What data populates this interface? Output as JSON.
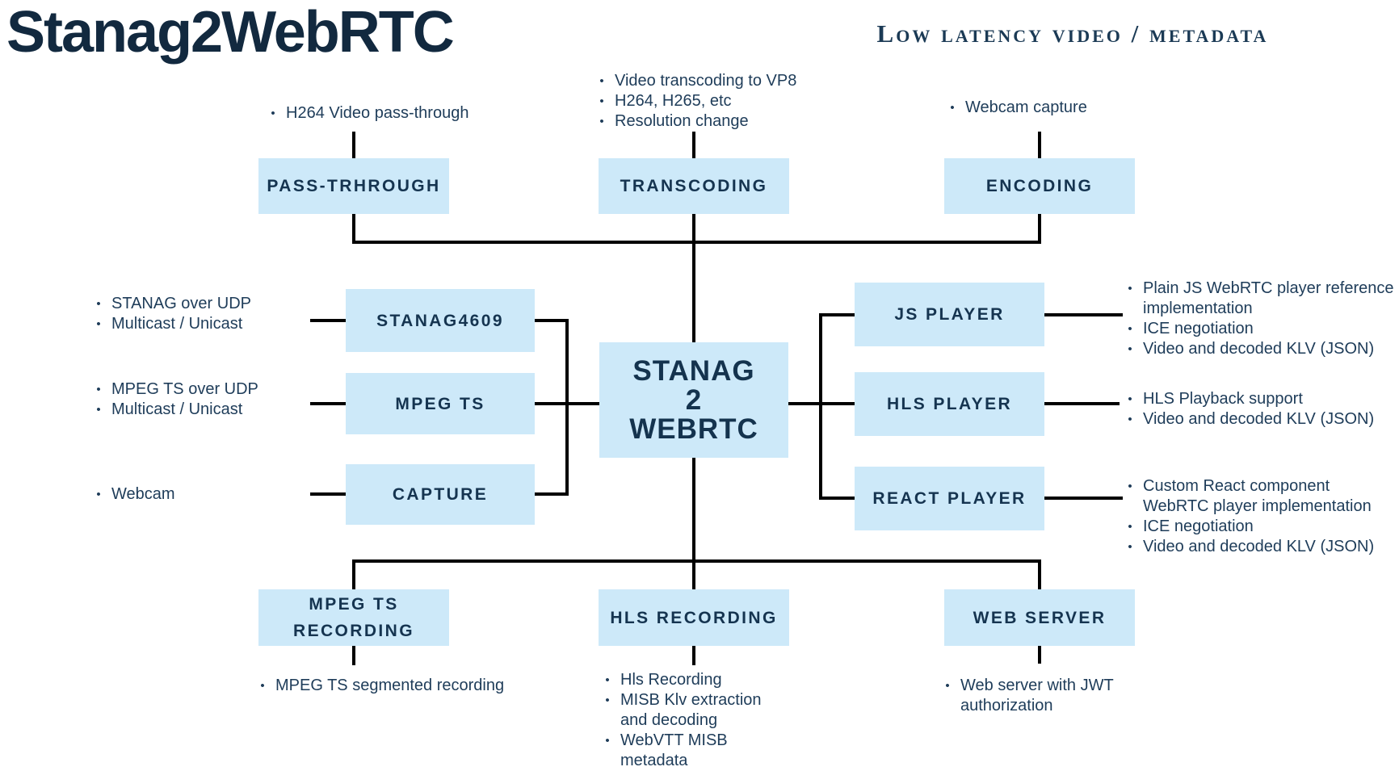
{
  "header": {
    "title": "Stanag2WebRTC",
    "subtitle": "Low latency video / metadata"
  },
  "center_node": {
    "label_lines": [
      "STANAG",
      "2",
      "WEBRTC"
    ]
  },
  "nodes": {
    "pass_through": {
      "label": "PASS-TRHROUGH",
      "bullets": [
        "H264 Video pass-through"
      ]
    },
    "transcoding": {
      "label": "TRANSCODING",
      "bullets": [
        "Video transcoding to VP8",
        "H264, H265, etc",
        "Resolution change"
      ]
    },
    "encoding": {
      "label": "ENCODING",
      "bullets": [
        "Webcam capture"
      ]
    },
    "stanag4609": {
      "label": "STANAG4609",
      "bullets": [
        "STANAG over UDP",
        "Multicast / Unicast"
      ]
    },
    "mpeg_ts": {
      "label": "MPEG TS",
      "bullets": [
        "MPEG TS over UDP",
        "Multicast / Unicast"
      ]
    },
    "capture": {
      "label": "CAPTURE",
      "bullets": [
        "Webcam"
      ]
    },
    "js_player": {
      "label": "JS PLAYER",
      "bullets": [
        "Plain JS WebRTC player reference implementation",
        "ICE negotiation",
        "Video and decoded KLV (JSON)"
      ]
    },
    "hls_player": {
      "label": "HLS PLAYER",
      "bullets": [
        "HLS Playback support",
        "Video and decoded KLV (JSON)"
      ]
    },
    "react_player": {
      "label": "REACT PLAYER",
      "bullets": [
        "Custom React component WebRTC player implementation",
        "ICE negotiation",
        "Video and decoded KLV (JSON)"
      ]
    },
    "mpeg_ts_recording": {
      "label": "MPEG TS RECORDING",
      "bullets": [
        "MPEG TS segmented recording"
      ]
    },
    "hls_recording": {
      "label": "HLS RECORDING",
      "bullets": [
        "Hls Recording",
        "MISB Klv extraction and decoding",
        "WebVTT MISB metadata"
      ]
    },
    "web_server": {
      "label": "WEB SERVER",
      "bullets": [
        "Web server with JWT authorization"
      ]
    }
  },
  "colors": {
    "box_fill": "#cde9f9",
    "navy_text": "#153450",
    "connector": "#000000",
    "background": "#ffffff"
  }
}
